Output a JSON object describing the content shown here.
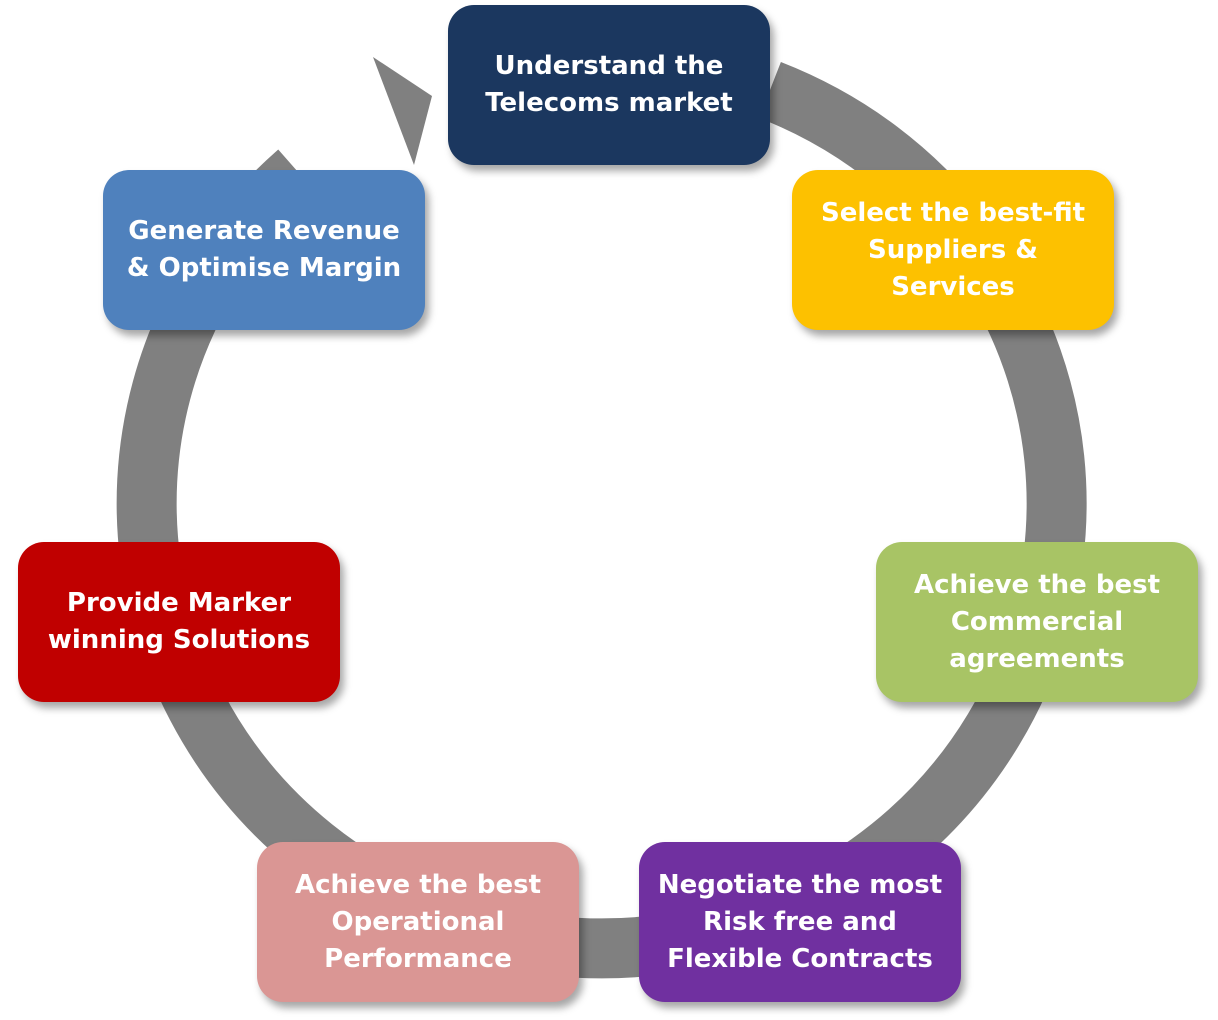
{
  "diagram": {
    "ring_color": "#808080",
    "steps": [
      {
        "label": "Understand the\nTelecoms market",
        "color": "#1b375f"
      },
      {
        "label": "Select the  best-fit\nSuppliers & Services",
        "color": "#fdc100"
      },
      {
        "label": "Achieve the best\nCommercial\nagreements",
        "color": "#a8c465"
      },
      {
        "label": "Negotiate the most\nRisk free and\nFlexible Contracts",
        "color": "#7030a0"
      },
      {
        "label": "Achieve the best\nOperational\nPerformance",
        "color": "#da9694"
      },
      {
        "label": "Provide Marker\nwinning Solutions",
        "color": "#c00000"
      },
      {
        "label": "Generate Revenue\n& Optimise Margin",
        "color": "#4f81bd"
      }
    ]
  }
}
